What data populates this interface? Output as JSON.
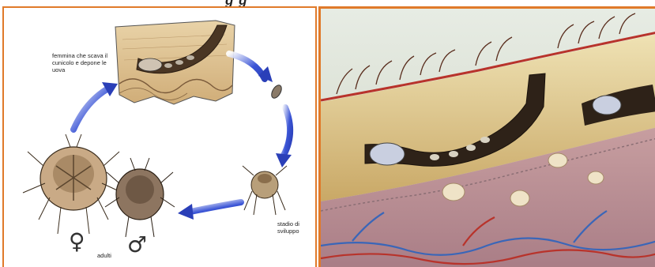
{
  "header": {
    "caption_fragment": "g  g"
  },
  "lifecycle": {
    "female_label": "femmina che scava il cunicolo e depone le uova",
    "stage_label": "stadio di sviluppo",
    "adults_label": "adulti",
    "female_symbol": "♀",
    "male_symbol": "♂"
  },
  "colors": {
    "frame_orange": "#e07a2a",
    "arrow_blue": "#3b55d6",
    "skin_tan": "#d9b98a",
    "dermis_pink": "#c79ea0",
    "blood_red": "#b8332b",
    "vein_blue": "#3a66b8"
  }
}
